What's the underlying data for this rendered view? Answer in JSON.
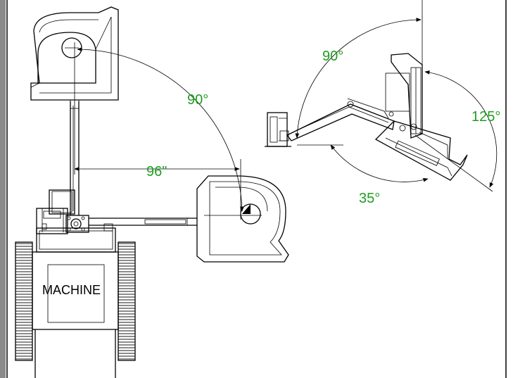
{
  "colors": {
    "dimension": "#1e9e1e",
    "line": "#000000",
    "frame": "#8a8a8a"
  },
  "labels": {
    "machine": "MACHINE",
    "swing_angle": "90°",
    "reach": "96\"",
    "tilt_up": "90°",
    "tilt_right": "125°",
    "tilt_down": "35°"
  }
}
